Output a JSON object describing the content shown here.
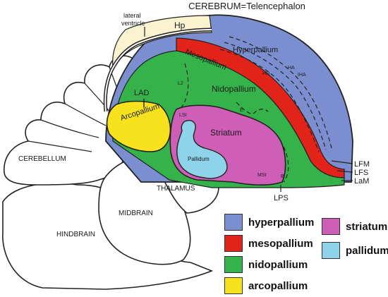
{
  "title": "CEREBRUM=Telencephalon",
  "labels": {
    "lateral_ventricle_line1": "lateral",
    "lateral_ventricle_line2": "ventricle",
    "hp": "Hp",
    "hyperpallium": "Hyperpallium",
    "mesopallium": "Mesopallium",
    "nidopallium": "Nidopallium",
    "arcopallium": "Arcopallium",
    "lad": "LAD",
    "striatum": "Striatum",
    "pallidum": "Pallidum",
    "cerebellum": "CEREBELLUM",
    "thalamus": "THALAMUS",
    "midbrain": "MIDBRAIN",
    "hindbrain": "HINDBRAIN",
    "lfm": "LFM",
    "lfs": "LFS",
    "lam": "LaM",
    "lps": "LPS",
    "ha": "HA",
    "iha": "IHA",
    "hd": "HD",
    "l2": "L2",
    "lst": "LSt",
    "mst": "MSt",
    "e": "E",
    "b": "B"
  },
  "colors": {
    "hyperpallium": "#7b8fd0",
    "hp": "#fbf3d0",
    "mesopallium": "#e2231a",
    "nidopallium": "#35b34a",
    "arcopallium": "#f7e21d",
    "striatum": "#cf5fb6",
    "pallidum": "#8fd3ea",
    "outline": "#222222",
    "hindbrain_fill": "#ffffff"
  },
  "legend": [
    {
      "label": "hyperpallium",
      "color": "#7b8fd0"
    },
    {
      "label": "mesopallium",
      "color": "#e2231a"
    },
    {
      "label": "nidopallium",
      "color": "#35b34a"
    },
    {
      "label": "arcopallium",
      "color": "#f7e21d"
    },
    {
      "label": "striatum",
      "color": "#cf5fb6"
    },
    {
      "label": "pallidum",
      "color": "#8fd3ea"
    }
  ]
}
